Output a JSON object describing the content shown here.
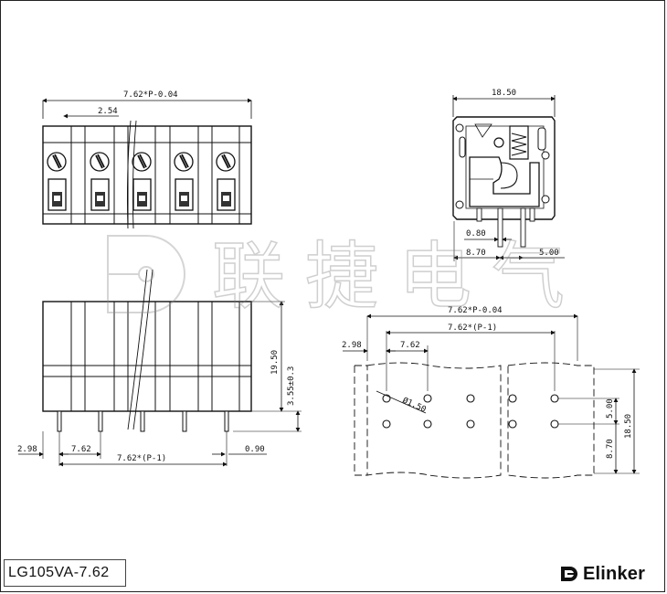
{
  "drawing": {
    "front_view": {
      "dim_total_width": "7.62*P-0.04",
      "dim_screw_spacing": "2.54"
    },
    "side_view": {
      "dim_width": "18.50",
      "dim_pin_diameter": "0.80",
      "dim_pin_offset_a": "8.70",
      "dim_pin_offset_b": "5.00"
    },
    "bottom_view": {
      "dim_height": "19.50",
      "dim_pin_length": "3.55±0.3",
      "dim_left_edge": "2.98",
      "dim_first_pitch": "7.62",
      "dim_pitch_total": "7.62*(P-1)",
      "dim_pin_size": "0.90"
    },
    "pcb_layout": {
      "dim_total_width": "7.62*P-0.04",
      "dim_pitch_total": "7.62*(P-1)",
      "dim_left_edge": "2.98",
      "dim_pitch": "7.62",
      "dim_hole_diameter": "Ø1.50",
      "dim_row_spacing": "5.00",
      "dim_row_offset": "8.70",
      "dim_depth": "18.50"
    },
    "watermark": "联捷电气"
  },
  "model": "LG105VA-7.62",
  "brand": {
    "name": "Elinker"
  }
}
